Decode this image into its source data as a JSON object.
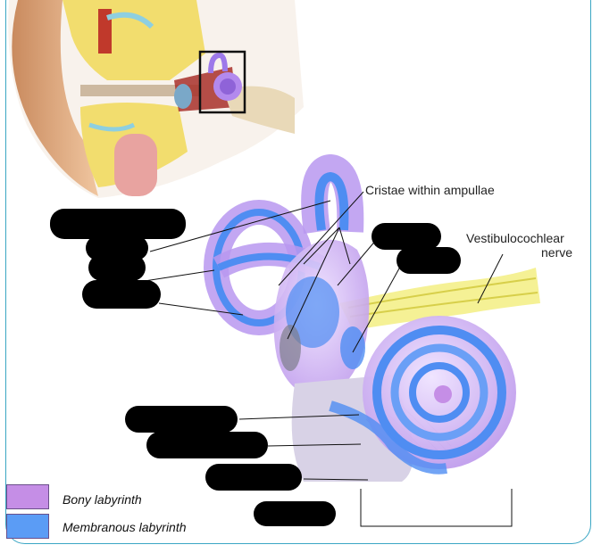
{
  "labels": {
    "cristae": "Cristae within ampullae",
    "vestibulocochlear_line1": "Vestibulocochlear",
    "vestibulocochlear_line2": "nerve"
  },
  "legend": {
    "bony": {
      "label": "Bony labyrinth",
      "color": "#c58ee6"
    },
    "membranous": {
      "label": "Membranous labyrinth",
      "color": "#5b9cf5"
    }
  },
  "hidden_label_count": 10,
  "colors": {
    "bony": "#c9a8ef",
    "membranous": "#4a8cf0",
    "nerve": "#f4ef8a",
    "frame": "#3aa6c4"
  }
}
